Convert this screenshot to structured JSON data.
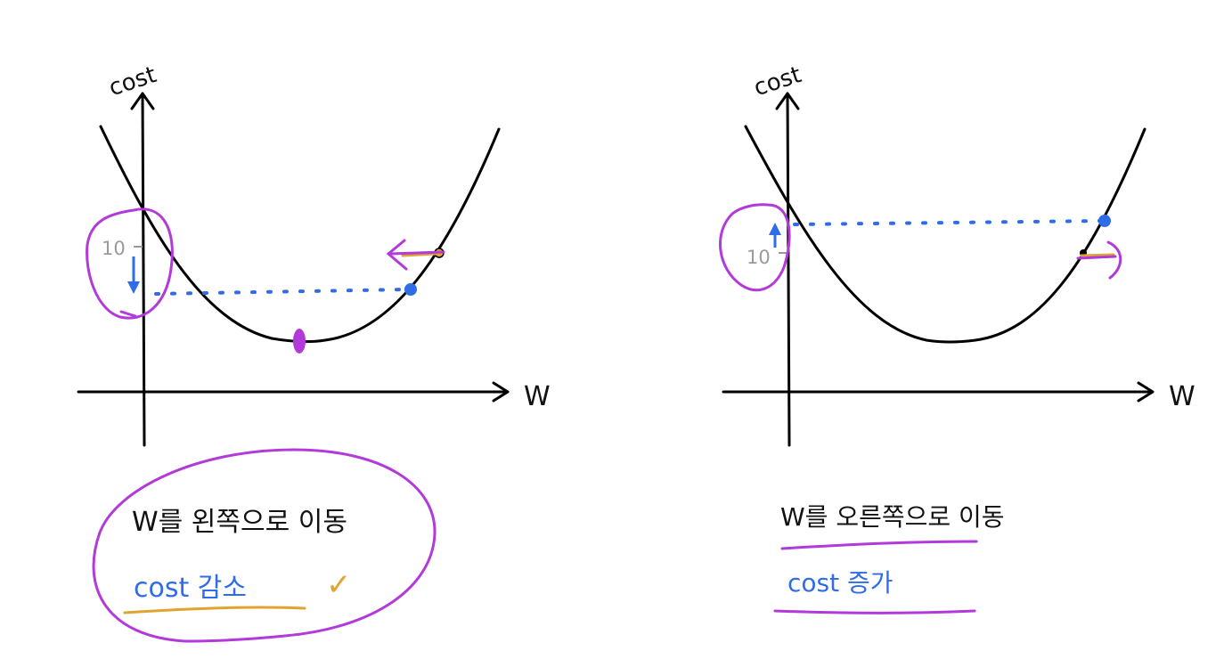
{
  "left_panel": {
    "y_axis_label": "cost",
    "x_axis_label": "W",
    "tick_label": "10",
    "caption_line1": "W를 왼쪽으로 이동",
    "caption_line2": "cost 감소",
    "check_mark": "✓"
  },
  "right_panel": {
    "y_axis_label": "cost",
    "x_axis_label": "W",
    "tick_label": "10",
    "caption_line1": "W를 오른쪽으로 이동",
    "caption_line2": "cost 증가"
  },
  "colors": {
    "ink": "#000000",
    "highlight_purple": "#b23ad8",
    "point_blue": "#2f6ce5",
    "arrow_orange": "#e0a431",
    "caption_blue": "#2f6ce5"
  }
}
